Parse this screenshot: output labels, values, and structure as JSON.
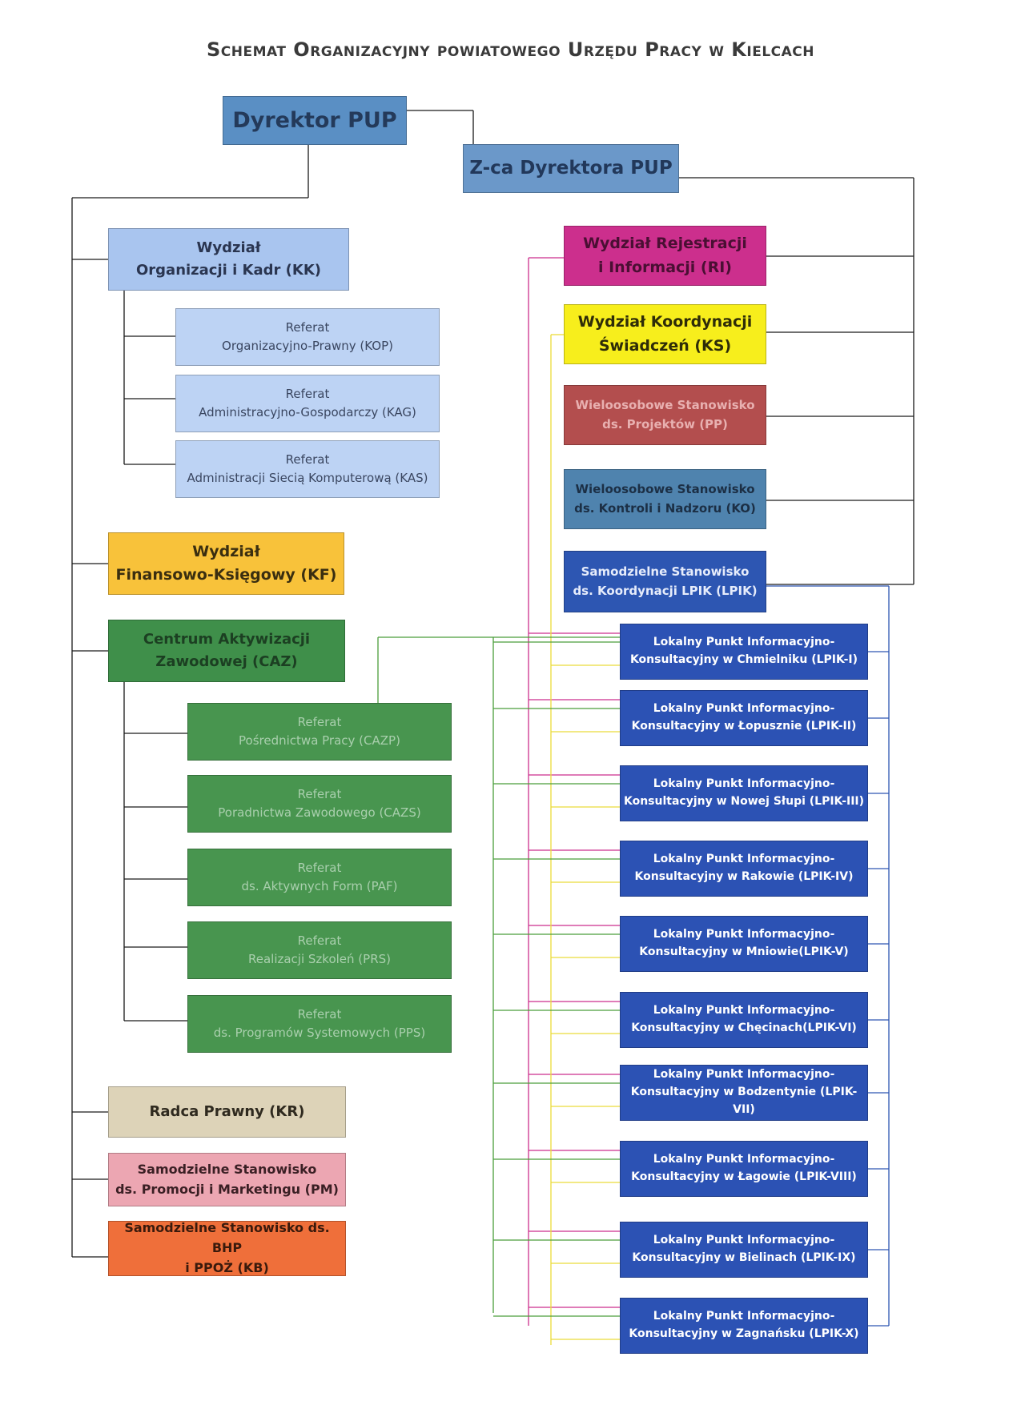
{
  "title": "Schemat Organizacyjny powiatowego Urzędu Pracy w Kielcach",
  "boxes": {
    "dyrektor": "Dyrektor PUP",
    "zca": "Z-ca Dyrektora PUP",
    "kk": "Wydział\nOrganizacji i Kadr (KK)",
    "kop": "Referat\nOrganizacyjno-Prawny (KOP)",
    "kag": "Referat\nAdministracyjno-Gospodarczy (KAG)",
    "kas": "Referat\nAdministracji Siecią Komputerową (KAS)",
    "kf": "Wydział\nFinansowo-Księgowy (KF)",
    "caz": "Centrum Aktywizacji\nZawodowej (CAZ)",
    "cazp": "Referat\nPośrednictwa Pracy (CAZP)",
    "cazs": "Referat\nPoradnictwa Zawodowego (CAZS)",
    "paf": "Referat\nds. Aktywnych Form (PAF)",
    "prs": "Referat\nRealizacji Szkoleń (PRS)",
    "pps": "Referat\nds. Programów Systemowych (PPS)",
    "kr": "Radca Prawny (KR)",
    "pm": "Samodzielne Stanowisko\nds. Promocji i Marketingu (PM)",
    "kb": "Samodzielne Stanowisko ds. BHP\ni PPOŻ (KB)",
    "ri": "Wydział Rejestracji\ni Informacji (RI)",
    "ks": "Wydział Koordynacji\nŚwiadczeń (KS)",
    "pp": "Wieloosobowe Stanowisko\nds. Projektów (PP)",
    "ko": "Wieloosobowe Stanowisko\nds. Kontroli i Nadzoru (KO)",
    "lpik": "Samodzielne Stanowisko\nds. Koordynacji LPIK (LPIK)"
  },
  "points": [
    "Lokalny Punkt Informacyjno-\nKonsultacyjny w Chmielniku (LPIK-I)",
    "Lokalny Punkt Informacyjno-\nKonsultacyjny w Łopusznie (LPIK-II)",
    "Lokalny Punkt Informacyjno-\nKonsultacyjny w Nowej Słupi (LPIK-III)",
    "Lokalny Punkt Informacyjno-\nKonsultacyjny w Rakowie (LPIK-IV)",
    "Lokalny Punkt Informacyjno-\nKonsultacyjny w Mniowie(LPIK-V)",
    "Lokalny Punkt Informacyjno-\nKonsultacyjny w Chęcinach(LPIK-VI)",
    "Lokalny Punkt Informacyjno-\nKonsultacyjny w Bodzentynie (LPIK-VII)",
    "Lokalny Punkt Informacyjno-\nKonsultacyjny w Łagowie (LPIK-VIII)",
    "Lokalny Punkt Informacyjno-\nKonsultacyjny w Bielinach (LPIK-IX)",
    "Lokalny Punkt Informacyjno-\nKonsultacyjny w Zagnańsku (LPIK-X)"
  ],
  "colors": {
    "line_black": "#1a1a1a",
    "line_green": "#4a9e3a",
    "line_magenta": "#cc2f8d",
    "line_yellow": "#eadc3a",
    "line_blue": "#2d56b2"
  }
}
